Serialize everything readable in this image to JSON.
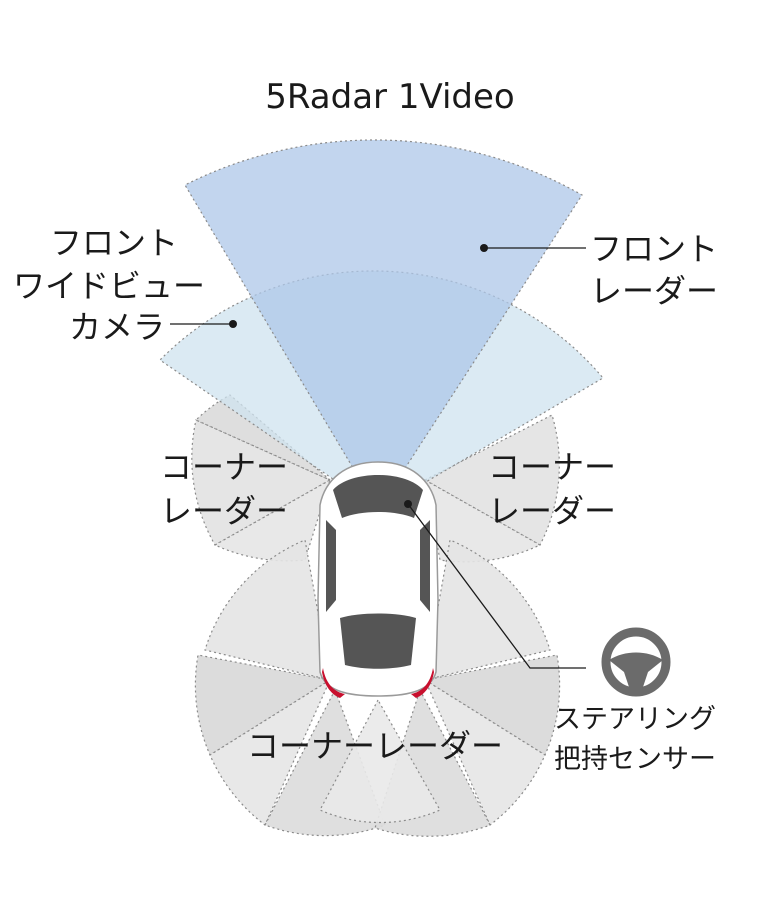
{
  "title": "5Radar 1Video",
  "labels": {
    "front_camera": [
      "フロント",
      "ワイドビュー",
      "カメラ"
    ],
    "front_radar": [
      "フロント",
      "レーダー"
    ],
    "corner_left": [
      "コーナー",
      "レーダー"
    ],
    "corner_right": [
      "コーナー",
      "レーダー"
    ],
    "corner_rear": "コーナーレーダー",
    "steering_sensor": [
      "ステアリング",
      "把持センサー"
    ]
  },
  "colors": {
    "radar_fill": "#aec7e8",
    "camera_fill": "#cfe3ef",
    "corner_fill": "#e2e2e2",
    "corner_dark": "#cfcfcf",
    "car_body": "#ffffff",
    "car_glass": "#555555",
    "tail_light": "#c8102e",
    "wheel_icon": "#6b6b6b"
  },
  "icons": [
    "steering-wheel-icon",
    "car-icon"
  ]
}
